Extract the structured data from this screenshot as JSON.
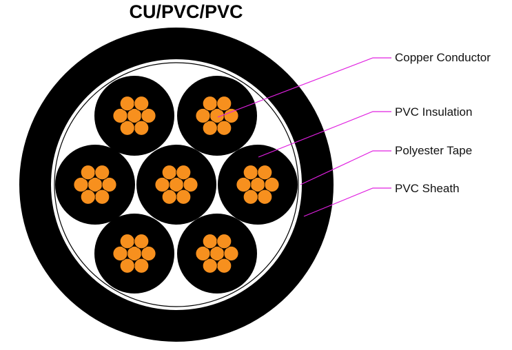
{
  "title": "CU/PVC/PVC",
  "labels": {
    "copper_conductor": "Copper Conductor",
    "pvc_insulation": "PVC Insulation",
    "polyester_tape": "Polyester Tape",
    "pvc_sheath": "PVC Sheath"
  },
  "colors": {
    "copper": "#F7901E",
    "insulation": "#000000",
    "sheath": "#000000",
    "tape": "#ffffff",
    "leader": "#E020E0"
  },
  "structure": {
    "cores": 7,
    "wires_per_core": 7
  }
}
